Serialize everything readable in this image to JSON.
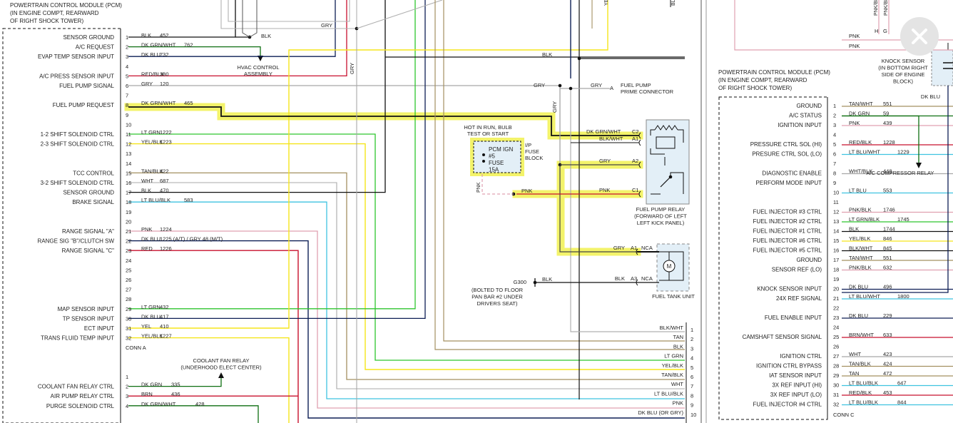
{
  "colors": {
    "highlight": "#f3f36a",
    "blk": "#111111",
    "gry": "#a8a8a8",
    "dkblu": "#0d1e55",
    "red": "#c8102e",
    "grn": "#2ec52e",
    "yel": "#f5e51b",
    "tan": "#a49060",
    "ltblu": "#3fc3e0",
    "pink": "#e0a0b0",
    "dkgrn": "#0f6f12",
    "fill": "#e3eff7"
  },
  "close_icon": "close-x-icon",
  "left_pcm": {
    "title": [
      "POWERTRAIN CONTROL MODULE (PCM)",
      "(IN ENGINE COMPT, REARWARD",
      "OF RIGHT SHOCK TOWER)"
    ],
    "conn_label": "CONN A",
    "pins": [
      {
        "n": "1",
        "label": "SENSOR GROUND",
        "wire": "BLK",
        "circuit": "452",
        "color": "blk"
      },
      {
        "n": "2",
        "label": "A/C REQUEST",
        "wire": "DK GRN/WHT",
        "circuit": "762",
        "color": "dkgrn"
      },
      {
        "n": "3",
        "label": "EVAP TEMP SENSOR INPUT",
        "wire": "DK BLU",
        "circuit": "732",
        "color": "dkblu"
      },
      {
        "n": "4",
        "label": "",
        "wire": "",
        "circuit": "",
        "color": ""
      },
      {
        "n": "5",
        "label": "A/C PRESS SENSOR INPUT",
        "wire": "RED/BLK",
        "circuit": "380",
        "color": "red"
      },
      {
        "n": "6",
        "label": "FUEL PUMP SIGNAL",
        "wire": "GRY",
        "circuit": "120",
        "color": "gry"
      },
      {
        "n": "7",
        "label": "",
        "wire": "",
        "circuit": "",
        "color": ""
      },
      {
        "n": "8",
        "label": "FUEL PUMP REQUEST",
        "wire": "DK GRN/WHT",
        "circuit": "465",
        "color": "blk"
      },
      {
        "n": "9",
        "label": "",
        "wire": "",
        "circuit": "",
        "color": ""
      },
      {
        "n": "10",
        "label": "",
        "wire": "",
        "circuit": "",
        "color": ""
      },
      {
        "n": "11",
        "label": "1-2 SHIFT SOLENOID CTRL",
        "wire": "LT GRN",
        "circuit": "1222",
        "color": "grn"
      },
      {
        "n": "12",
        "label": "2-3 SHIFT SOLENOID CTRL",
        "wire": "YEL/BLK",
        "circuit": "1223",
        "color": "yel"
      },
      {
        "n": "13",
        "label": "",
        "wire": "",
        "circuit": "",
        "color": ""
      },
      {
        "n": "14",
        "label": "",
        "wire": "",
        "circuit": "",
        "color": ""
      },
      {
        "n": "15",
        "label": "TCC CONTROL",
        "wire": "TAN/BLK",
        "circuit": "422",
        "color": "tan"
      },
      {
        "n": "16",
        "label": "3-2 SHIFT SOLENOID CTRL",
        "wire": "WHT",
        "circuit": "687",
        "color": "gry"
      },
      {
        "n": "17",
        "label": "SENSOR GROUND",
        "wire": "BLK",
        "circuit": "470",
        "color": "blk"
      },
      {
        "n": "18",
        "label": "BRAKE SIGNAL",
        "wire": "LT BLU/BLK",
        "circuit": "583",
        "color": "ltblu"
      },
      {
        "n": "19",
        "label": "",
        "wire": "",
        "circuit": "",
        "color": ""
      },
      {
        "n": "20",
        "label": "",
        "wire": "",
        "circuit": "",
        "color": ""
      },
      {
        "n": "21",
        "label": "RANGE SIGNAL \"A\"",
        "wire": "PNK",
        "circuit": "1224",
        "color": "pink"
      },
      {
        "n": "22",
        "label": "RANGE SIG \"B\"/CLUTCH SW",
        "wire": "DK BLU",
        "circuit": "1225  (A/T)   /   GRY  48  (M/T)",
        "color": "dkblu"
      },
      {
        "n": "23",
        "label": "RANGE SIGNAL \"C\"",
        "wire": "RED",
        "circuit": "1226",
        "color": "red"
      },
      {
        "n": "24",
        "label": "",
        "wire": "",
        "circuit": "",
        "color": ""
      },
      {
        "n": "25",
        "label": "",
        "wire": "",
        "circuit": "",
        "color": ""
      },
      {
        "n": "26",
        "label": "",
        "wire": "",
        "circuit": "",
        "color": ""
      },
      {
        "n": "27",
        "label": "",
        "wire": "",
        "circuit": "",
        "color": ""
      },
      {
        "n": "28",
        "label": "",
        "wire": "",
        "circuit": "",
        "color": ""
      },
      {
        "n": "29",
        "label": "MAP SENSOR INPUT",
        "wire": "LT GRN",
        "circuit": "432",
        "color": "grn"
      },
      {
        "n": "30",
        "label": "TP SENSOR INPUT",
        "wire": "DK BLU",
        "circuit": "417",
        "color": "dkblu"
      },
      {
        "n": "31",
        "label": "ECT INPUT",
        "wire": "YEL",
        "circuit": "410",
        "color": "yel"
      },
      {
        "n": "32",
        "label": "TRANS FLUID TEMP INPUT",
        "wire": "YEL/BLK",
        "circuit": "1227",
        "color": "yel"
      }
    ],
    "conn_b_pins": [
      {
        "n": "1",
        "label": "",
        "wire": "",
        "circuit": "",
        "color": ""
      },
      {
        "n": "2",
        "label": "COOLANT FAN RELAY CTRL",
        "wire": "DK GRN",
        "circuit": "335",
        "color": "dkgrn"
      },
      {
        "n": "3",
        "label": "AIR PUMP RELAY CTRL",
        "wire": "BRN",
        "circuit": "436",
        "color": "red"
      },
      {
        "n": "4",
        "label": "PURGE SOLENOID CTRL",
        "wire": "DK GRN/WHT",
        "circuit": "428",
        "color": "dkgrn"
      }
    ]
  },
  "hvac": {
    "title": [
      "HVAC CONTROL",
      "ASSEMBLY"
    ]
  },
  "gry_top_label": "GRY",
  "gry_vertical_label": "GRY",
  "blk_top_label": "BLK",
  "blk_hvac_label": "BLK",
  "fuel_pump_prime": {
    "title": [
      "FUEL PUMP",
      "PRIME CONNECTOR"
    ],
    "pin": "A",
    "wire_in": "GRY",
    "wire_out": "GRY"
  },
  "fuse": {
    "caption": [
      "HOT IN RUN, BULB",
      "TEST OR START"
    ],
    "text": [
      "PCM IGN",
      "#5",
      "FUSE",
      "15A"
    ],
    "block_label": [
      "I/P",
      "FUSE",
      "BLOCK"
    ],
    "pnk_label": "PNK"
  },
  "relay": {
    "title": [
      "FUEL PUMP RELAY",
      "(FORWARD OF LEFT",
      "LEFT KICK PANEL)"
    ],
    "pins": [
      {
        "pin": "C2",
        "wire": "DK GRN/WHT"
      },
      {
        "pin": "A1",
        "wire": "BLK/WHT"
      },
      {
        "pin": "A2",
        "wire": "GRY"
      },
      {
        "pin": "C1",
        "wire": "PNK"
      }
    ],
    "pnk_label": "PNK"
  },
  "tank_unit": {
    "title": "FUEL TANK UNIT",
    "motor": "M",
    "pins": [
      {
        "pin": "A1",
        "wire": "GRY",
        "nca": "NCA"
      },
      {
        "pin": "A3",
        "wire": "BLK",
        "nca": "NCA"
      }
    ]
  },
  "ground": {
    "id": "G300",
    "wire": "BLK",
    "note": [
      "(BOLTED TO FLOOR",
      "PAN BAR #2 UNDER",
      "DRIVERS SEAT)"
    ]
  },
  "gry_relay_label": "GRY",
  "coolant_relay": {
    "title": [
      "COOLANT FAN RELAY",
      "(UNDERHOOD ELECT CENTER)"
    ]
  },
  "mid_connector": {
    "pins": [
      {
        "n": "1",
        "wire": "BLK/WHT"
      },
      {
        "n": "2",
        "wire": "TAN"
      },
      {
        "n": "3",
        "wire": "BLK"
      },
      {
        "n": "4",
        "wire": "LT GRN"
      },
      {
        "n": "5",
        "wire": "YEL/BLK"
      },
      {
        "n": "6",
        "wire": "TAN/BLK"
      },
      {
        "n": "7",
        "wire": "WHT"
      },
      {
        "n": "8",
        "wire": "LT BLU/BLK"
      },
      {
        "n": "9",
        "wire": "PNK"
      },
      {
        "n": "10",
        "wire": "DK BLU (OR GRY)"
      }
    ]
  },
  "right_pcm": {
    "title": [
      "POWERTRAIN CONTROL MODULE (PCM)",
      "(IN ENGINE COMPT, REARWARD",
      "OF RIGHT SHOCK TOWER)"
    ],
    "conn_label": "CONN C",
    "pins": [
      {
        "n": "1",
        "label": "GROUND",
        "wire": "TAN/WHT",
        "circuit": "551",
        "color": "tan"
      },
      {
        "n": "2",
        "label": "A/C STATUS",
        "wire": "DK GRN",
        "circuit": "59",
        "color": "dkgrn"
      },
      {
        "n": "3",
        "label": "IGNITION INPUT",
        "wire": "PNK",
        "circuit": "439",
        "color": "pink"
      },
      {
        "n": "4",
        "label": "",
        "wire": "",
        "circuit": "",
        "color": ""
      },
      {
        "n": "5",
        "label": "PRESSURE CTRL SOL (HI)",
        "wire": "RED/BLK",
        "circuit": "1228",
        "color": "red"
      },
      {
        "n": "6",
        "label": "PRESURE CTRL SOL (LO)",
        "wire": "LT BLU/WHT",
        "circuit": "1229",
        "color": "ltblu"
      },
      {
        "n": "7",
        "label": "",
        "wire": "",
        "circuit": "",
        "color": ""
      },
      {
        "n": "8",
        "label": "DIAGNOSTIC ENABLE",
        "wire": "WHT/BLK",
        "circuit": "448",
        "color": "gry"
      },
      {
        "n": "9",
        "label": "PERFORM MODE INPUT",
        "wire": "",
        "circuit": "",
        "color": ""
      },
      {
        "n": "10",
        "label": "",
        "wire": "LT BLU",
        "circuit": "553",
        "color": "ltblu"
      },
      {
        "n": "11",
        "label": "",
        "wire": "",
        "circuit": "",
        "color": ""
      },
      {
        "n": "12",
        "label": "FUEL INJECTOR #3 CTRL",
        "wire": "PNK/BLK",
        "circuit": "1746",
        "color": "pink"
      },
      {
        "n": "13",
        "label": "FUEL INJECTOR #2 CTRL",
        "wire": "LT GRN/BLK",
        "circuit": "1745",
        "color": "grn"
      },
      {
        "n": "14",
        "label": "FUEL INJECTOR #1 CTRL",
        "wire": "BLK",
        "circuit": "1744",
        "color": "blk"
      },
      {
        "n": "15",
        "label": "FUEL INJECTOR #6 CTRL",
        "wire": "YEL/BLK",
        "circuit": "846",
        "color": "yel"
      },
      {
        "n": "16",
        "label": "FUEL INJECTOR #5 CTRL",
        "wire": "BLK/WHT",
        "circuit": "845",
        "color": "blk"
      },
      {
        "n": "17",
        "label": "GROUND",
        "wire": "TAN/WHT",
        "circuit": "551",
        "color": "tan"
      },
      {
        "n": "18",
        "label": "SENSOR REF (LO)",
        "wire": "PNK/BLK",
        "circuit": "632",
        "color": "pink"
      },
      {
        "n": "19",
        "label": "",
        "wire": "",
        "circuit": "",
        "color": ""
      },
      {
        "n": "20",
        "label": "KNOCK SENSOR INPUT",
        "wire": "DK BLU",
        "circuit": "496",
        "color": "dkblu"
      },
      {
        "n": "21",
        "label": "24X REF SIGNAL",
        "wire": "LT BLU/WHT",
        "circuit": "1800",
        "color": "ltblu"
      },
      {
        "n": "22",
        "label": "",
        "wire": "",
        "circuit": "",
        "color": ""
      },
      {
        "n": "23",
        "label": "FUEL ENABLE INPUT",
        "wire": "DK BLU",
        "circuit": "229",
        "color": "dkblu"
      },
      {
        "n": "24",
        "label": "",
        "wire": "",
        "circuit": "",
        "color": ""
      },
      {
        "n": "25",
        "label": "CAMSHAFT SENSOR SIGNAL",
        "wire": "BRN/WHT",
        "circuit": "633",
        "color": "red"
      },
      {
        "n": "26",
        "label": "",
        "wire": "",
        "circuit": "",
        "color": ""
      },
      {
        "n": "27",
        "label": "IGNITION CTRL",
        "wire": "WHT",
        "circuit": "423",
        "color": "gry"
      },
      {
        "n": "28",
        "label": "IGNITION CTRL BYPASS",
        "wire": "TAN/BLK",
        "circuit": "424",
        "color": "tan"
      },
      {
        "n": "29",
        "label": "IAT SENSOR INPUT",
        "wire": "TAN",
        "circuit": "472",
        "color": "tan"
      },
      {
        "n": "30",
        "label": "3X REF INPUT (HI)",
        "wire": "LT BLU/BLK",
        "circuit": "647",
        "color": "ltblu"
      },
      {
        "n": "31",
        "label": "3X REF INPUT (LO)",
        "wire": "RED/BLK",
        "circuit": "453",
        "color": "red"
      },
      {
        "n": "32",
        "label": "FUEL INJECTOR #4 CTRL",
        "wire": "LT BLU/BLK",
        "circuit": "844",
        "color": "ltblu"
      }
    ]
  },
  "knock_sensor": {
    "title": [
      "KNOCK SENSOR",
      "(IN BOTTOM RIGHT",
      "SIDE OF ENGINE",
      "BLOCK)"
    ],
    "wire": "DK BLU"
  },
  "top_right_pnk": [
    "PNK",
    "PNK"
  ],
  "top_right_vert": [
    "PNK/BLK",
    "PNK/BLK"
  ],
  "top_right_hg": [
    "H",
    "G"
  ],
  "ac_relay": {
    "title": "A/C COMPRESSOR RELAY"
  },
  "top_vertical_labels": [
    "YEL",
    "BLK"
  ]
}
